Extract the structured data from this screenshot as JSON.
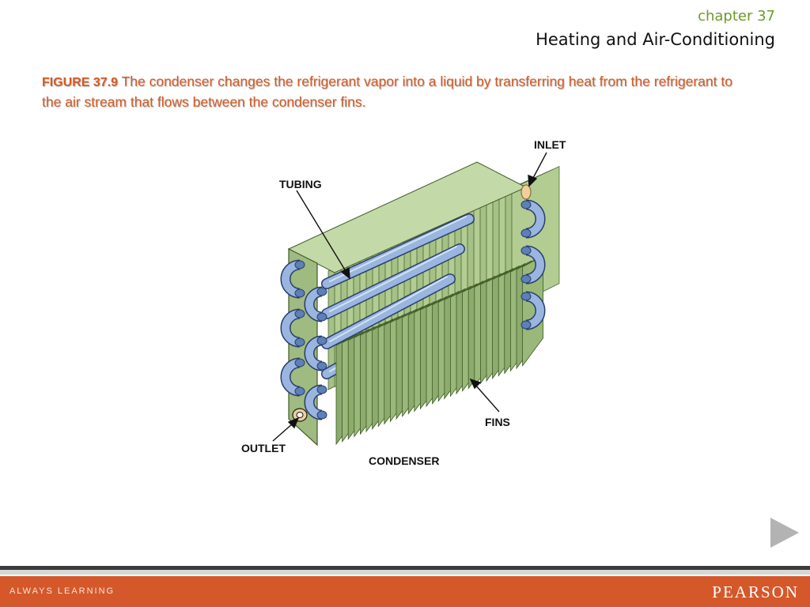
{
  "header": {
    "chapter": "chapter 37",
    "title": "Heating and Air-Conditioning"
  },
  "caption": {
    "figure_number": "FIGURE 37.9",
    "text": "The condenser changes the refrigerant vapor into a liquid by transferring heat from the refrigerant to the air stream that flows between the condenser fins."
  },
  "diagram": {
    "labels": {
      "inlet": "INLET",
      "tubing": "TUBING",
      "fins": "FINS",
      "outlet": "OUTLET",
      "condenser": "CONDENSER"
    },
    "colors": {
      "fin": "#9fbb7f",
      "fin_edge": "#3f5a26",
      "tube": "#9ab5e0",
      "tube_edge": "#2a3f6b",
      "fitting": "#f0cf9a"
    }
  },
  "navigation": {
    "next_icon": "play-triangle-icon"
  },
  "footer": {
    "left": "ALWAYS LEARNING",
    "right": "PEARSON",
    "bar_color": "#d5582a"
  }
}
